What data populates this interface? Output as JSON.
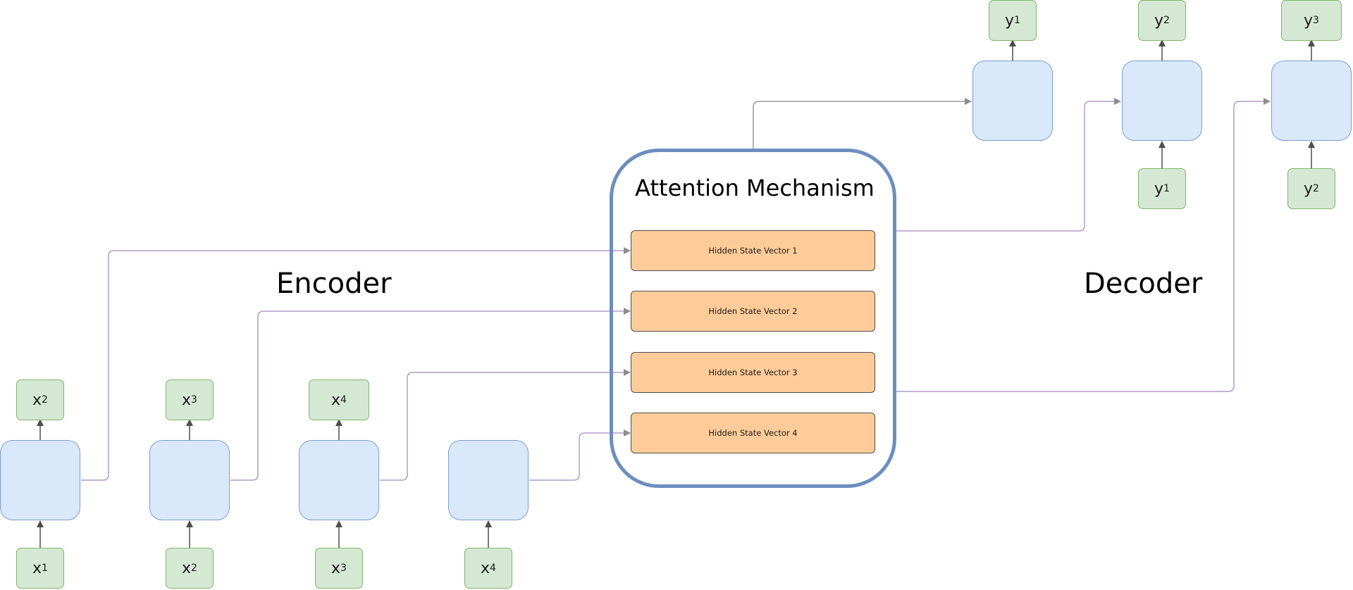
{
  "diagram": {
    "attention": {
      "title": "Attention Mechanism",
      "vectors": [
        "Hidden State Vector 1",
        "Hidden State Vector 2",
        "Hidden State Vector 3",
        "Hidden State Vector 4"
      ]
    },
    "labels": {
      "encoder": "Encoder",
      "decoder": "Decoder"
    },
    "encoder_inputs": [
      {
        "base": "x",
        "sub": "1"
      },
      {
        "base": "x",
        "sub": "2"
      },
      {
        "base": "x",
        "sub": "3"
      },
      {
        "base": "x",
        "sub": "4"
      }
    ],
    "encoder_outputs": [
      {
        "base": "x",
        "sub": "2"
      },
      {
        "base": "x",
        "sub": "3"
      },
      {
        "base": "x",
        "sub": "4"
      }
    ],
    "decoder_outputs": [
      {
        "base": "y",
        "sub": "1"
      },
      {
        "base": "y",
        "sub": "2"
      },
      {
        "base": "y",
        "sub": "3"
      }
    ],
    "decoder_inputs": [
      {
        "base": "y",
        "sub": "1"
      },
      {
        "base": "y",
        "sub": "2"
      }
    ],
    "colors": {
      "cell_fill": "#dae8fc",
      "cell_border": "#7c9ccf",
      "token_fill": "#d5e8d4",
      "token_border": "#82b366",
      "vector_fill": "#ffcc99",
      "attention_border": "#6c8ebf",
      "wire_purple": "#b49bc8",
      "wire_gray": "#999999",
      "arrow_dark": "#4d4d4d"
    }
  }
}
